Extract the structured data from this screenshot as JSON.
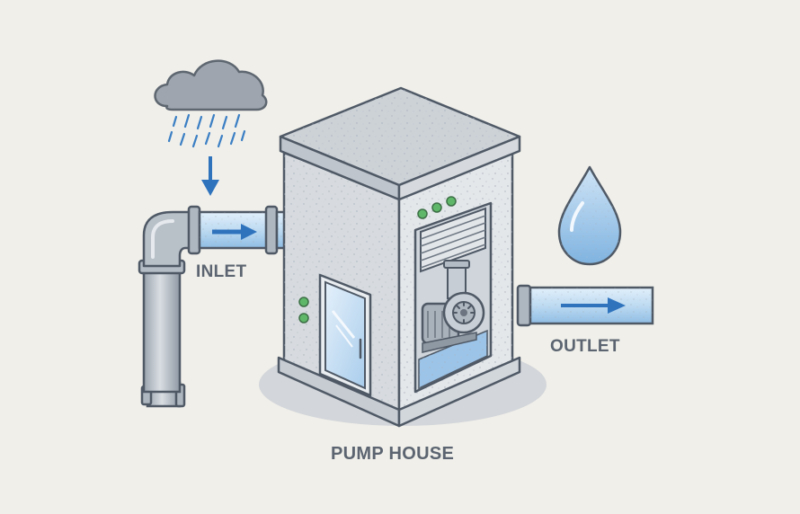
{
  "labels": {
    "inlet": "INLET",
    "outlet": "OUTLET",
    "pump_house": "PUMP HOUSE"
  },
  "icons": {
    "rain": "rain-cloud-icon",
    "drop": "water-drop-icon",
    "down_arrow": "arrow-down-icon",
    "inlet_arrow": "arrow-right-icon",
    "outlet_arrow": "arrow-right-icon"
  },
  "colors": {
    "background": "#f0efea",
    "water_blue": "#3b7fc4",
    "concrete": "#d9dde1",
    "outline": "#4f5966",
    "indicator_green": "#5fb86a",
    "label_text": "#5b6470"
  }
}
